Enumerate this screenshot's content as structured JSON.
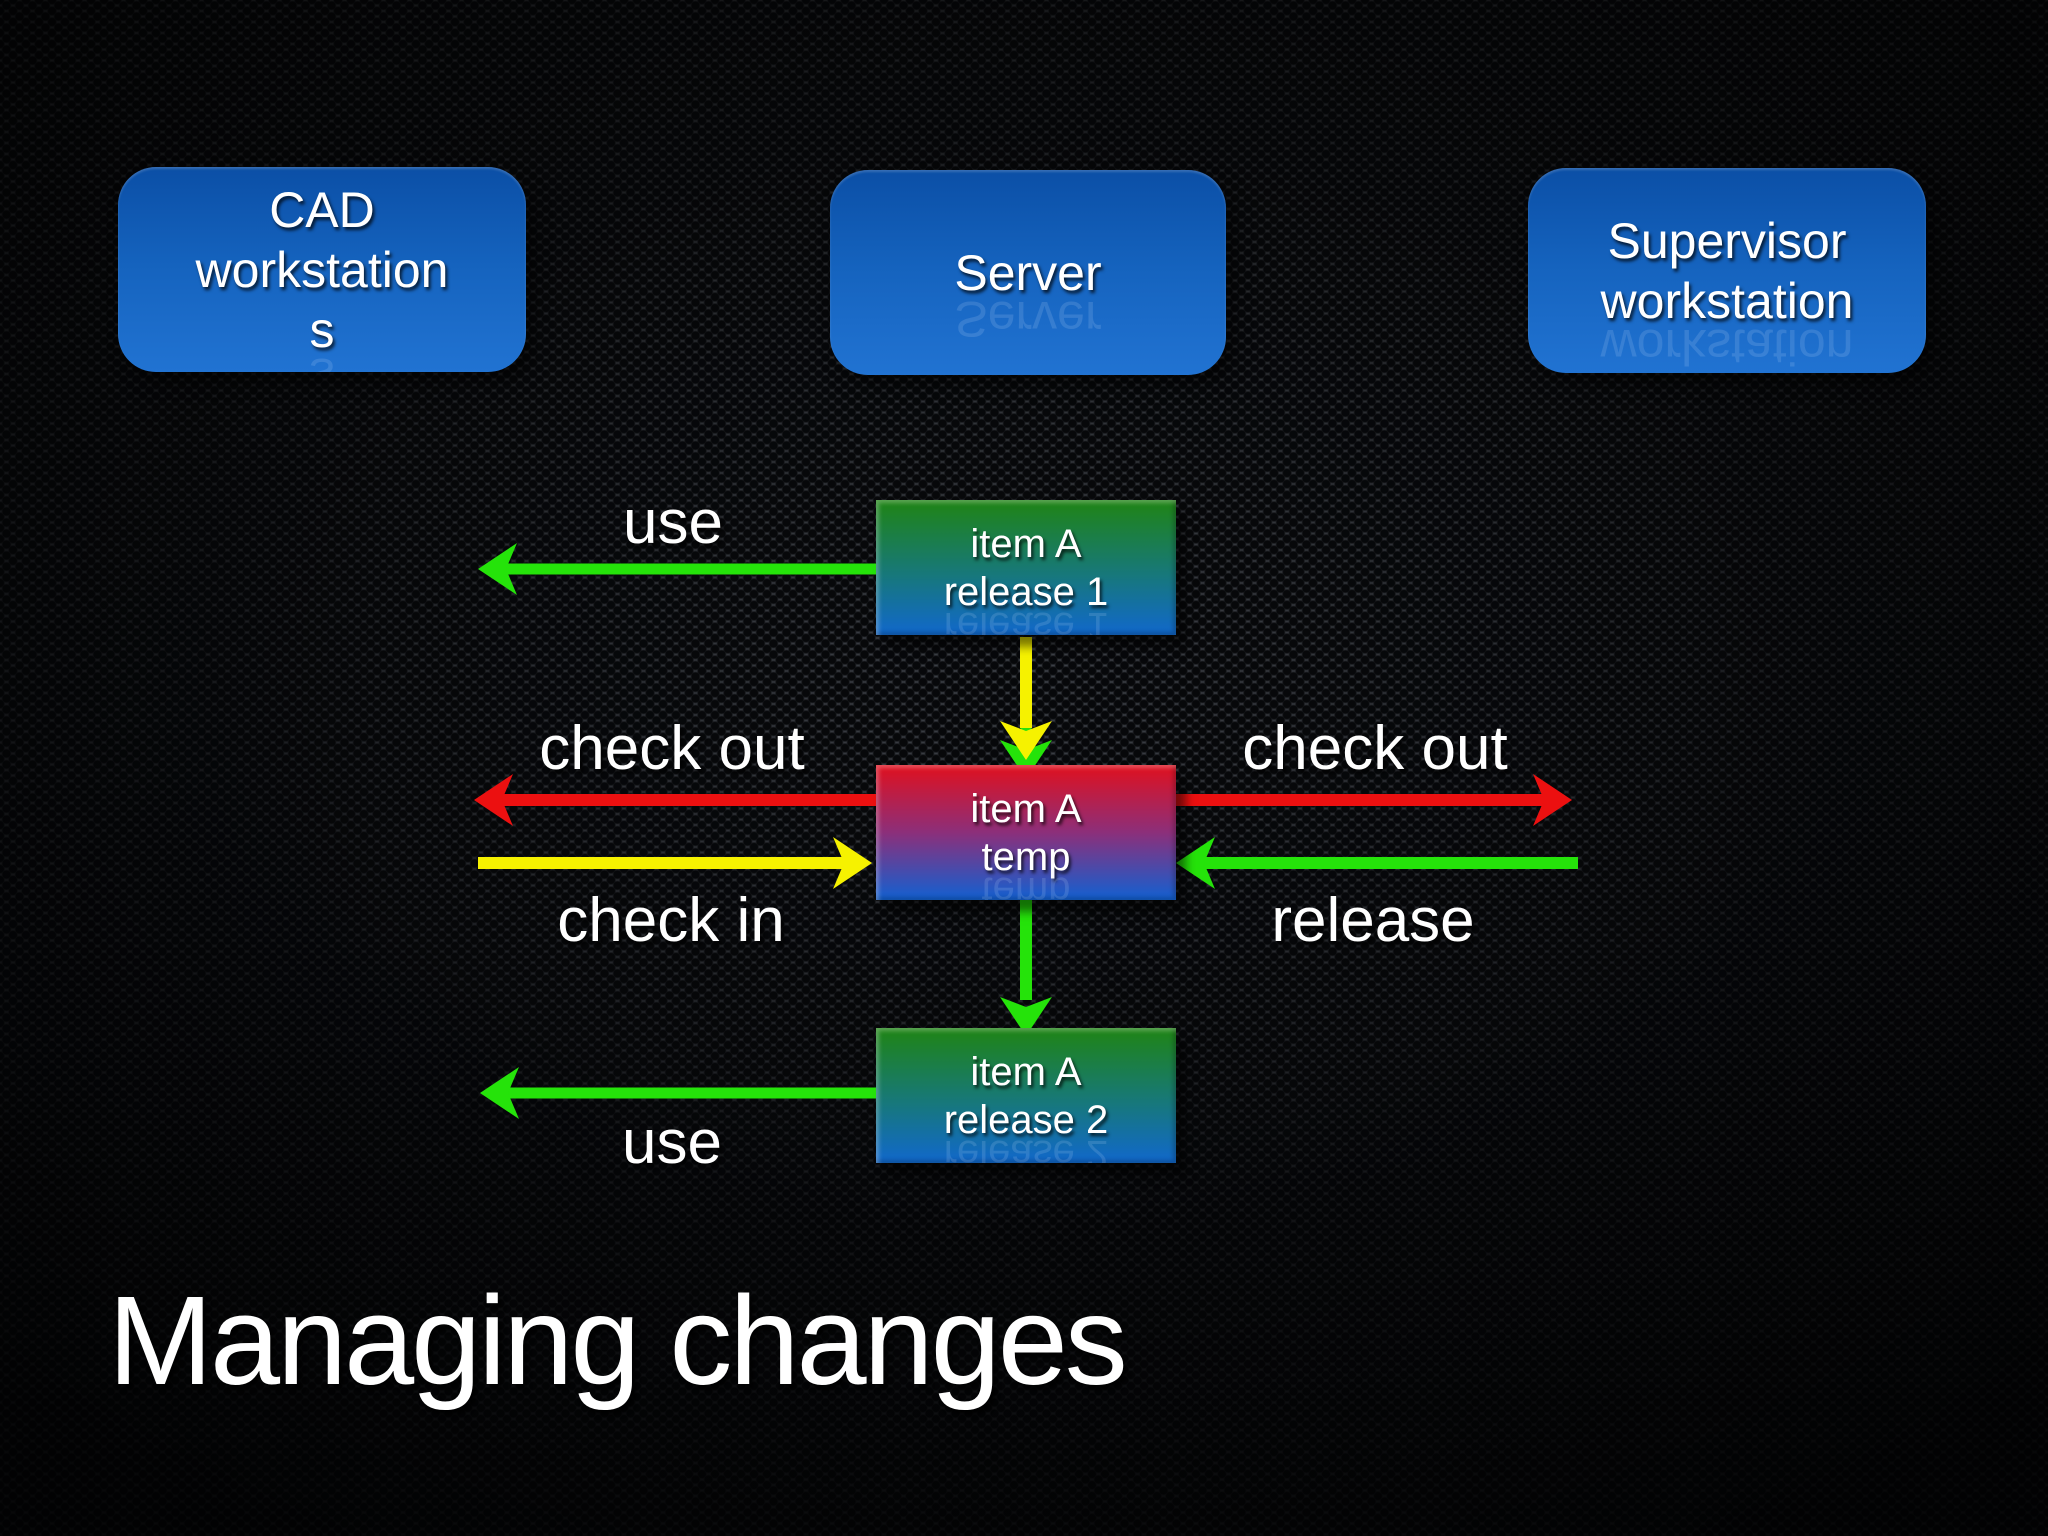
{
  "slide": {
    "title": "Managing changes"
  },
  "nodes": {
    "cad": {
      "label": "CAD workstations"
    },
    "server": {
      "label": "Server"
    },
    "supervisor": {
      "label": "Supervisor workstation"
    },
    "release1": {
      "label": "item A release 1"
    },
    "temp": {
      "label": "item A temp"
    },
    "release2": {
      "label": "item A release 2"
    }
  },
  "arrows": {
    "use_top": {
      "label": "use",
      "direction": "left",
      "from": "item A release 1",
      "to": "CAD workstations"
    },
    "new_version_down": {
      "label": "",
      "direction": "down",
      "from": "item A release 1",
      "to": "item A temp"
    },
    "checkout_left": {
      "label": "check out",
      "direction": "left",
      "from": "item A temp",
      "to": "CAD workstations"
    },
    "checkin_left": {
      "label": "check in",
      "direction": "right",
      "from": "CAD workstations",
      "to": "item A temp"
    },
    "checkout_right": {
      "label": "check out",
      "direction": "right",
      "from": "item A temp",
      "to": "Supervisor workstation"
    },
    "release_right": {
      "label": "release",
      "direction": "left",
      "from": "Supervisor workstation",
      "to": "item A temp"
    },
    "to_release2_down": {
      "label": "",
      "direction": "down",
      "from": "item A temp",
      "to": "item A release 2"
    },
    "use_bottom": {
      "label": "use",
      "direction": "left",
      "from": "item A release 2",
      "to": "CAD workstations"
    }
  },
  "colors": {
    "green": "#25e30a",
    "yellow": "#f6f200",
    "red": "#ec1010",
    "node_blue_top": "#0b4fa6",
    "node_blue_bottom": "#2173d2",
    "release_green_top": "#1f8414",
    "release_blue_bottom": "#1168cc",
    "temp_red_top": "#e0101e",
    "temp_blue_bottom": "#1261d2",
    "title_text": "#ffffff"
  }
}
